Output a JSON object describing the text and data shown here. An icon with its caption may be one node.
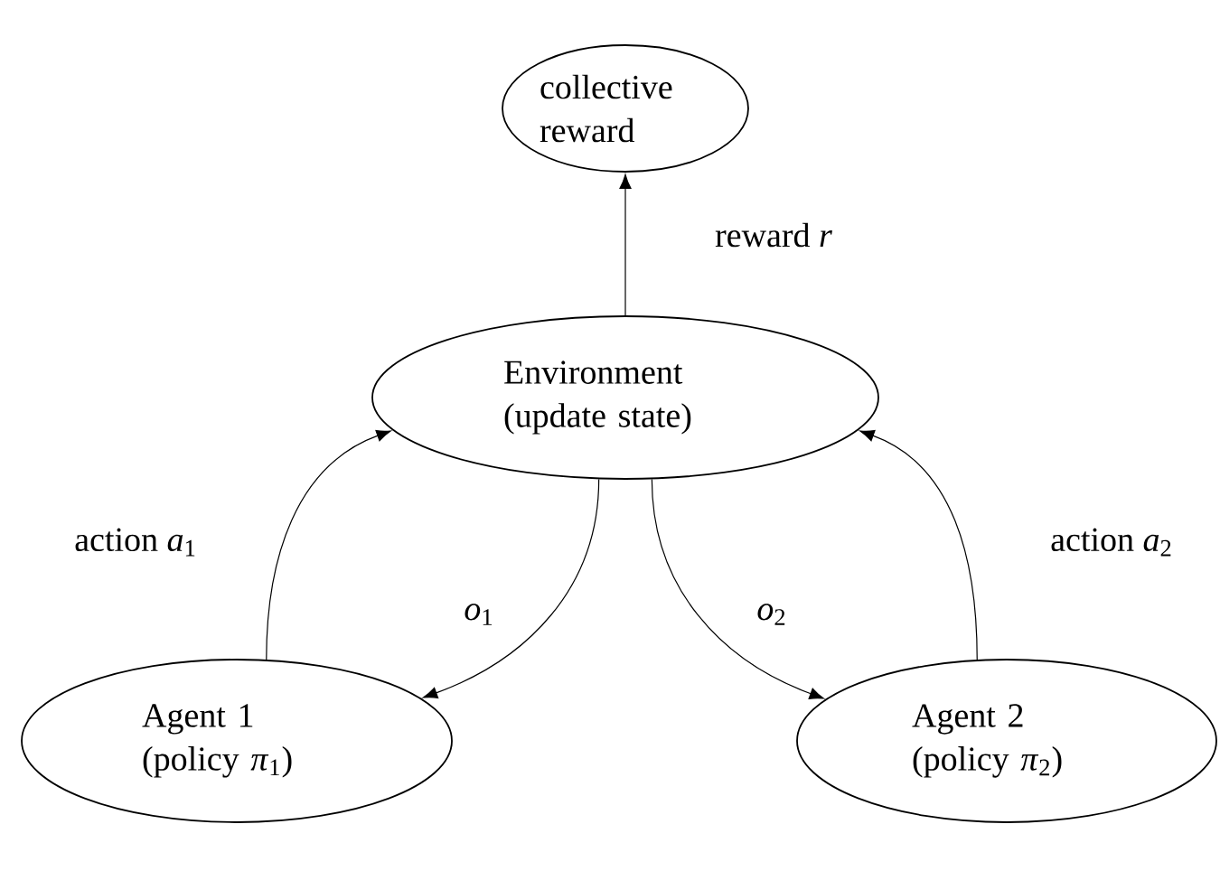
{
  "diagram": {
    "nodes": [
      {
        "text": [
          "collective reward"
        ]
      },
      {
        "text": [
          "Environment (update state)"
        ]
      },
      {
        "text": [
          "Agent 1 (policy *π*$_{1}$)"
        ]
      },
      {
        "text": [
          "Agent 2 (policy *π*$_{2}$)"
        ]
      }
    ],
    "edges": [
      {
        "from": 1,
        "to": 0,
        "arrow": "to",
        "label": "reward *r*"
      },
      {
        "from": 2,
        "to": 1,
        "arrow": "to",
        "label": "action *a*$_{1}$"
      },
      {
        "from": 1,
        "to": 2,
        "arrow": "to",
        "label": "*o*$_{1}$"
      },
      {
        "from": 1,
        "to": 3,
        "arrow": "to",
        "label": "*o*$_{2}$"
      },
      {
        "from": 3,
        "to": 1,
        "arrow": "to",
        "label": "action *a*$_{2}$"
      }
    ]
  }
}
